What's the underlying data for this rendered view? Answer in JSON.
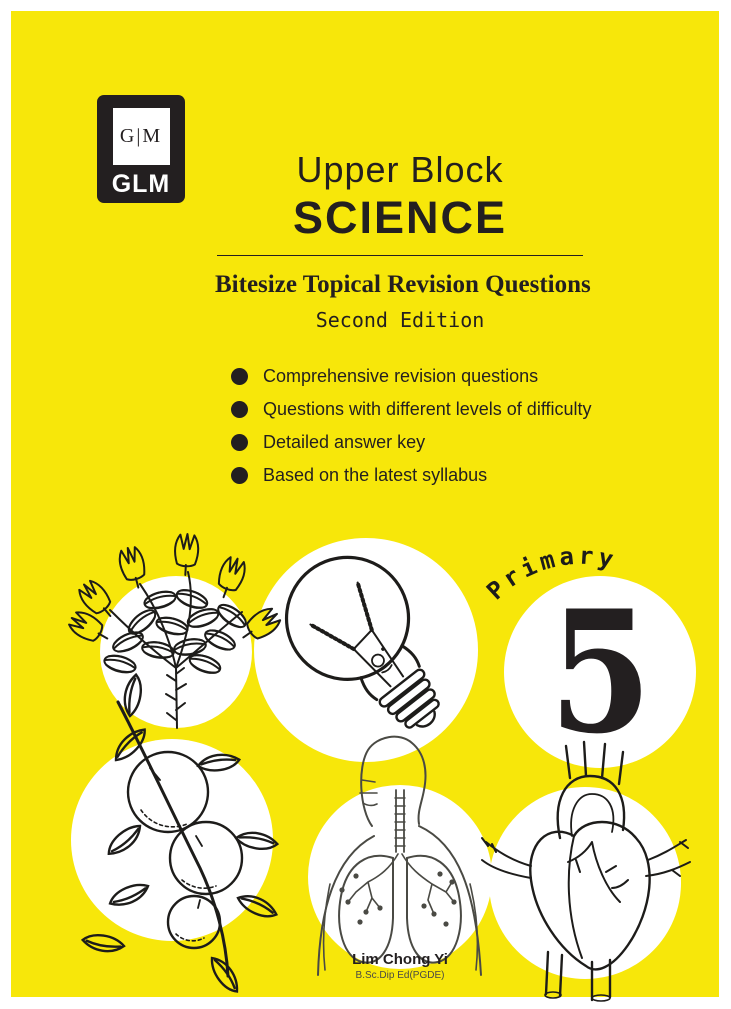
{
  "colors": {
    "background": "#F7E70A",
    "ink": "#231F20",
    "paper": "#FFFFFF"
  },
  "cover": {
    "logo": {
      "monogram": "G|M",
      "name": "GLM"
    },
    "title_line1": "Upper Block",
    "title_line2": "SCIENCE",
    "subtitle": "Bitesize Topical Revision Questions",
    "edition": "Second Edition",
    "features": [
      "Comprehensive revision questions",
      "Questions with different levels of difficulty",
      "Detailed answer key",
      "Based on the latest syllabus"
    ],
    "level": {
      "label": "Primary",
      "number": "5"
    },
    "author": {
      "name": "Lim Chong Yi",
      "credentials": "B.Sc.Dip Ed(PGDE)"
    },
    "illustrations": [
      "flowering-plant",
      "light-bulb",
      "fruit-branch",
      "respiratory-system",
      "human-heart"
    ]
  }
}
